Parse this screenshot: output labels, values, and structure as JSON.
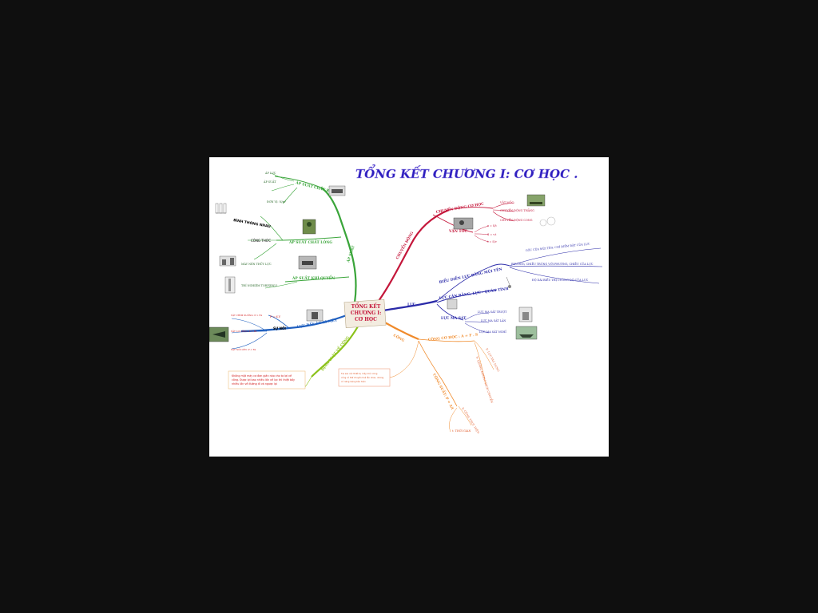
{
  "title": "TỔNG KẾT CHƯƠNG I: CƠ HỌC .",
  "center": [
    "TỔNG KẾT",
    "CHƯƠNG I:",
    "CƠ HỌC"
  ],
  "colors": {
    "background": "#0f0f0f",
    "slide": "#ffffff",
    "title": "#2e1fbf",
    "branch_green": "#3aa53a",
    "branch_blue": "#1f5fbf",
    "branch_yellowgreen": "#8bc21a",
    "branch_red": "#c4163a",
    "branch_navy": "#2a2aa8",
    "branch_orange": "#f08a2a"
  },
  "branches": {
    "ap_suat": {
      "label": "ÁP SUẤT",
      "children": {
        "chat_ran": "ÁP SUẤT CHẤT RẮN",
        "ap_luc": "ÁP LỰC",
        "ap_suat_leaf": "ÁP SUẤT",
        "don_vi": "ĐƠN VỊ: N/m²",
        "chat_long": "ÁP SUẤT CHẤT LỎNG",
        "binh_thong_nhau": "BÌNH THÔNG NHAU",
        "cong_thuc": "CÔNG THỨC",
        "may_nen": "MÁY NÉN THỦY LỰC",
        "khi_quyen": "ÁP SUẤT KHÍ QUYỂN",
        "torixeli": "THÍ NGHIỆM TORIXENLI"
      }
    },
    "luc_day": {
      "label": "LỰC ĐẨY ÁC-SI-MÉT",
      "children": {
        "fa": "F = d.V",
        "su_noi": "SỰ NỔI",
        "chim": "VẬT CHÌM XUỐNG: P > FA",
        "lo_lung": "VẬT LƠ LỬNG: P = FA",
        "noi_len": "VẬT NỔI LÊN: P < FA"
      }
    },
    "dinh_luat": {
      "label": "ĐỊNH LUẬT VỀ CÔNG",
      "note": [
        "Không một máy cơ đơn giản nào cho ta lợi về",
        "công. Được lợi bao nhiêu lần về lực thì thiệt bấy",
        "nhiêu lần về đường đi và ngược lại"
      ]
    },
    "chuyen_dong": {
      "label": "CHUYỂN ĐỘNG",
      "children": {
        "chuyen_dong_co": "CHUYỂN ĐỘNG CƠ HỌC",
        "vat_moc": "VẬT MỐC",
        "thang": "CHUYỂN ĐỘNG THẲNG",
        "cong": "CHUYỂN ĐỘNG CONG",
        "van_toc": "VẬN TỐC",
        "v": "v = S/t",
        "s": "S = v.t",
        "t": "t = S/v"
      }
    },
    "luc": {
      "label": "LỰC",
      "children": {
        "bieu_dien": "BIỂU DIỄN LỰC BẰNG MŨI TÊN",
        "goc": "GỐC CỦA MŨI TÊN: CHỈ ĐIỂM ĐẶT CỦA LỰC",
        "phuong": "PHƯƠNG, CHIỀU TRÙNG VỚI PHƯƠNG, CHIỀU CỦA LỰC",
        "do_dai": "ĐỘ DÀI BIỂU THỊ CƯỜNG ĐỘ CỦA LỰC",
        "can_bang": "LỰC CÂN BẰNG, LỰC - QUÁN TÍNH",
        "ma_sat": "LỰC MA SÁT",
        "truot": "LỰC MA SÁT TRƯỢT",
        "lan": "LỰC MA SÁT LĂN",
        "nghi": "LỰC MA SÁT NGHỈ"
      }
    },
    "cong": {
      "label": "CÔNG",
      "children": {
        "cong_co_hoc": "CÔNG CƠ HỌC : A = F . S",
        "f_luc": "F: LỰC TÁC DỤNG",
        "s_quang": "S: QUÃNG ĐƯỜNG DỊCH CHUYỂN",
        "cong_suat": "CÔNG SUẤT: P = A/t",
        "a_cong": "A: CÔNG THỰC HIỆN",
        "t_thoi": "t: THỜI GIAN"
      },
      "note": [
        "Tại sao các thiết bị, máy móc cũng",
        "công có thể chuyển hoá lẫn nhau, nhưng",
        "có năng lượng bảo toàn"
      ]
    }
  }
}
